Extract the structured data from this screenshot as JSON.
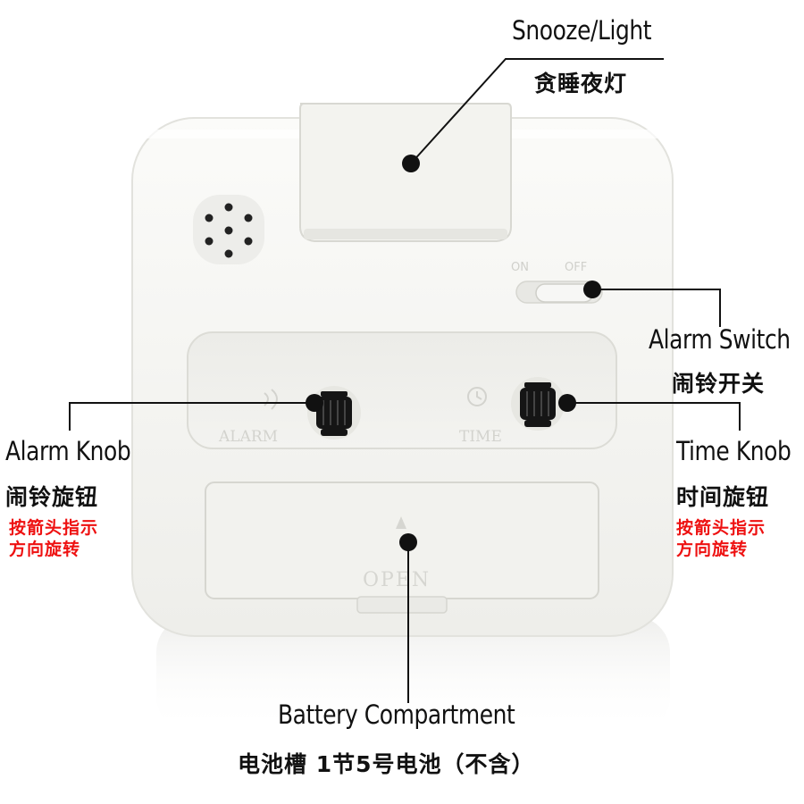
{
  "device": {
    "switch_labels": {
      "on": "ON",
      "off": "OFF"
    },
    "knob_labels": {
      "alarm": "ALARM",
      "time": "TIME"
    },
    "battery_door_label": "OPEN",
    "body_color": "#f5f5f2",
    "knob_color": "#151515"
  },
  "callouts": {
    "snooze": {
      "en": "Snooze/Light",
      "zh": "贪睡夜灯"
    },
    "alarm_switch": {
      "en": "Alarm Switch",
      "zh": "闹铃开关"
    },
    "alarm_knob": {
      "en": "Alarm Knob",
      "zh": "闹铃旋钮",
      "note_line1": "按箭头指示",
      "note_line2": "方向旋转"
    },
    "time_knob": {
      "en": "Time Knob",
      "zh": "时间旋钮",
      "note_line1": "按箭头指示",
      "note_line2": "方向旋转"
    },
    "battery": {
      "en": "Battery Compartment",
      "zh": "电池槽 1节5号电池（不含）"
    }
  },
  "colors": {
    "text": "#111111",
    "note": "#ee1111",
    "leader": "#111111"
  }
}
